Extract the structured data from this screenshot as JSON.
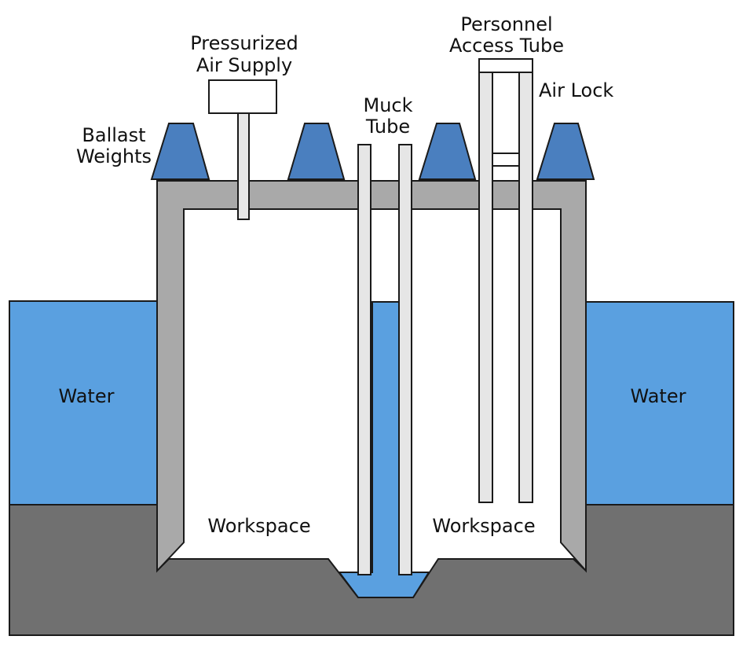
{
  "labels": {
    "pressurized": [
      "Pressurized",
      "Air Supply"
    ],
    "personnel": [
      "Personnel",
      "Access Tube"
    ],
    "air_lock": "Air Lock",
    "muck_tube": [
      "Muck",
      "Tube"
    ],
    "ballast": [
      "Ballast",
      "Weights"
    ],
    "water_left": "Water",
    "water_right": "Water",
    "workspace_left": "Workspace",
    "workspace_right": "Workspace"
  },
  "colors": {
    "water": "#5aa0e0",
    "ground": "#707070",
    "caisson_wall": "#a9a9a9",
    "ballast": "#4a7fbf",
    "tube": "#e6e6e6",
    "outline": "#1a1a1a",
    "workspace": "#ffffff"
  }
}
